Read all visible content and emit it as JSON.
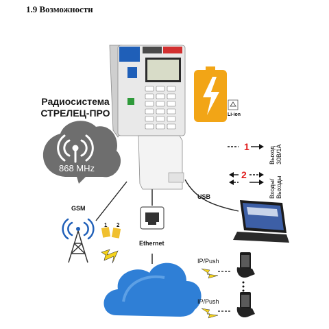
{
  "page_title": "1.9 Возможности",
  "radio": {
    "title_line1": "Радиосистема",
    "title_line2": "СТРЕЛЕЦ-ПРО",
    "frequency": "868 MHz"
  },
  "battery": {
    "label": "Li-ion"
  },
  "outputs": {
    "output1": {
      "number": "1",
      "label_line1": "Выход",
      "label_line2": "30В/1А"
    },
    "output2": {
      "number": "2",
      "label_line1": "Входы/",
      "label_line2": "Выходы"
    }
  },
  "connections": {
    "usb": "USB",
    "gsm": "GSM",
    "ethernet": "Ethernet",
    "ip_push_1": "IP/Push",
    "ip_push_2": "IP/Push"
  },
  "sim": {
    "slot1": "1",
    "slot2": "2"
  },
  "colors": {
    "radio_badge": "#6e6e6e",
    "battery": "#f2a516",
    "arrow_red": "#e01b1b",
    "cloud": "#2f7fd6",
    "lightning": "#f4d21b"
  }
}
